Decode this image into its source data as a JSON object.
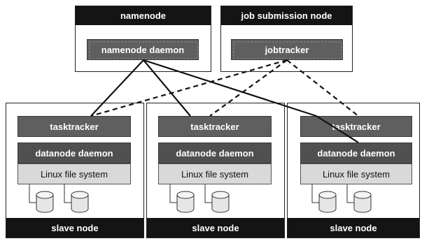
{
  "namenode": {
    "title": "namenode",
    "daemon": "namenode daemon"
  },
  "job_node": {
    "title": "job submission node",
    "daemon": "jobtracker"
  },
  "slaves": [
    {
      "tasktracker": "tasktracker",
      "datanode": "datanode daemon",
      "fs": "Linux file system",
      "footer": "slave node"
    },
    {
      "tasktracker": "tasktracker",
      "datanode": "datanode daemon",
      "fs": "Linux file system",
      "footer": "slave node"
    },
    {
      "tasktracker": "tasktracker",
      "datanode": "datanode daemon",
      "fs": "Linux file system",
      "footer": "slave node"
    }
  ],
  "colors": {
    "header": "#141414",
    "daemon": "#5f5f5f",
    "fs": "#d9d9d9",
    "line": "#111111"
  }
}
